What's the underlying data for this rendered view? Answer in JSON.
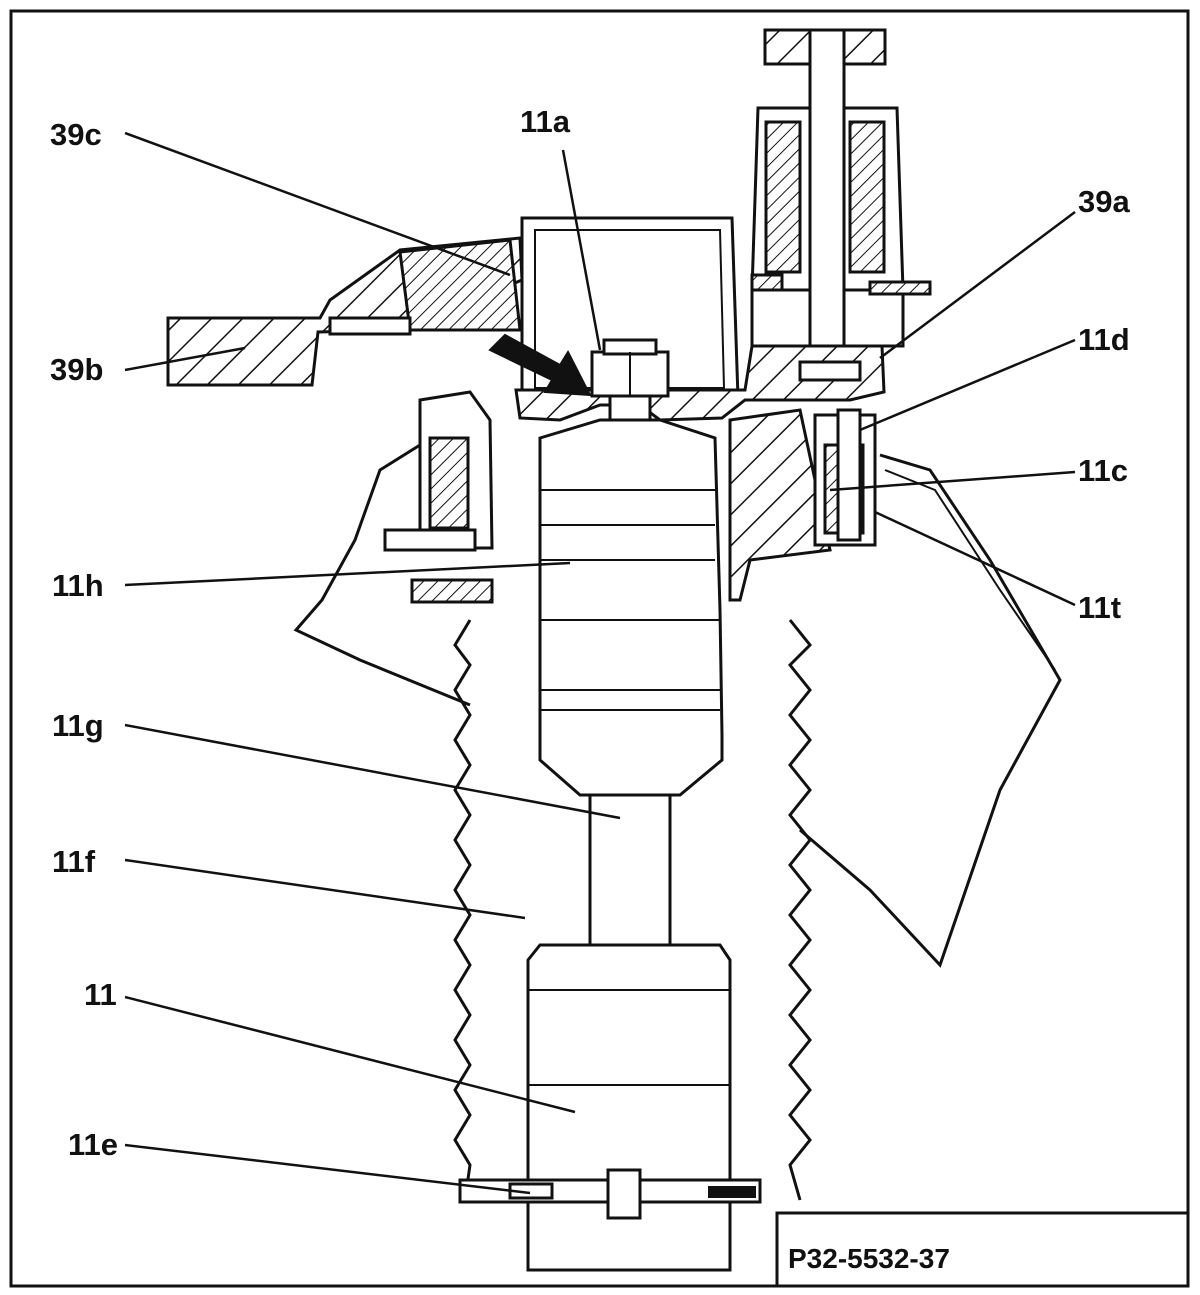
{
  "diagram": {
    "reference_code": "P32-5532-37",
    "callouts": {
      "c39c": "39c",
      "c39b": "39b",
      "c11a": "11a",
      "c39a": "39a",
      "c11d": "11d",
      "c11c": "11c",
      "c11t": "11t",
      "c11h": "11h",
      "c11g": "11g",
      "c11f": "11f",
      "c11": "11",
      "c11e": "11e"
    }
  }
}
